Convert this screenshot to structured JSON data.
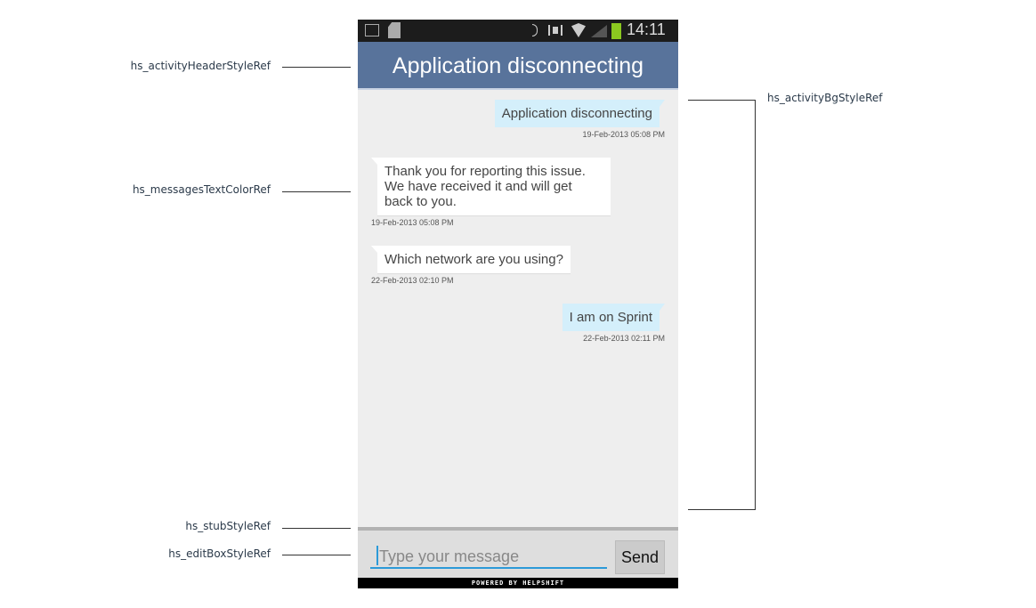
{
  "annotations": {
    "header": "hs_activityHeaderStyleRef",
    "messages_text": "hs_messagesTextColorRef",
    "stub": "hs_stubStyleRef",
    "edit_box": "hs_editBoxStyleRef",
    "activity_bg": "hs_activityBgStyleRef"
  },
  "status_bar": {
    "time": "14:11",
    "icons": [
      "gallery-icon",
      "sd-card-icon",
      "bluetooth-icon",
      "vibrate-icon",
      "wifi-icon",
      "signal-icon",
      "battery-icon"
    ],
    "battery_color": "#8bc820"
  },
  "header": {
    "title": "Application disconnecting",
    "color": "#58739b"
  },
  "messages": [
    {
      "direction": "outgoing",
      "text": "Application disconnecting",
      "timestamp": "19-Feb-2013 05:08 PM"
    },
    {
      "direction": "incoming",
      "text": "Thank you for reporting this issue. We have received it and will get back to you.",
      "timestamp": "19-Feb-2013 05:08 PM"
    },
    {
      "direction": "incoming",
      "text": "Which network are you using?",
      "timestamp": "22-Feb-2013 02:10 PM"
    },
    {
      "direction": "outgoing",
      "text": "I am on Sprint",
      "timestamp": "22-Feb-2013 02:11 PM"
    }
  ],
  "composer": {
    "placeholder": "Type your message",
    "send_label": "Send"
  },
  "footer": {
    "text": "POWERED BY HELPSHIFT"
  }
}
